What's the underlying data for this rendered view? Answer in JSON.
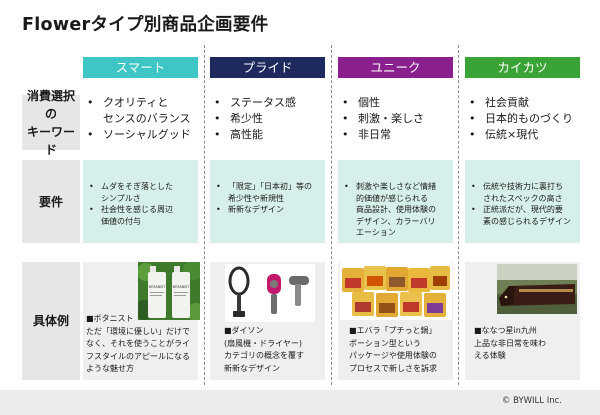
{
  "title": "Flowerタイプ別商品企画要件",
  "columns": [
    {
      "header": "スマート",
      "color": "#3ec6c6",
      "keywords": [
        "クオリティと\nセンスのバランス",
        "ソーシャルグッド"
      ],
      "requirements": [
        "ムダをそぎ落とした\nシンプルさ",
        "社会性を感じる周辺\n価値の付与"
      ],
      "example": "■ボタニスト\nただ「環境に優しい」だけで\nなく、それを使うことがライ\nフスタイルのアピールになる\nような魅せ方"
    },
    {
      "header": "プライド",
      "color": "#1e2a5e",
      "keywords": [
        "ステータス感",
        "希少性",
        "高性能"
      ],
      "requirements": [
        "「限定」「日本初」等の\n希少性や新規性",
        "新新なデザイン"
      ],
      "example": "■ダイソン\n(扇風機・ドライヤー)\nカテゴリの概念を覆す\n新新なデザイン"
    },
    {
      "header": "ユニーク",
      "color": "#8a1f8e",
      "keywords": [
        "個性",
        "刺激・楽しさ",
        "非日常"
      ],
      "requirements": [
        "刺激や楽しさなど情緒\n的価値が感じられる\n商品設計、使用体験の\nデザイン、カラーバリ\nエーション"
      ],
      "example": "■エバラ「プチっと鍋」\nポーション型という\nパッケージや使用体験の\nプロセスで新しさを訴求"
    },
    {
      "header": "カイカツ",
      "color": "#3aa335",
      "keywords": [
        "社会貢献",
        "日本的ものづくり",
        "伝統×現代"
      ],
      "requirements": [
        "伝統や技術力に裏打ち\nされたスペックの高さ",
        "正統派だが、現代的要\n素の感じられるデザイン"
      ],
      "example": "■ななつ星in九州\n上品な非日常を味わ\nえる体験"
    }
  ],
  "row_labels": {
    "keywords": "消費選択の\nキーワード",
    "requirements": "要件",
    "examples": "具体例"
  },
  "images": {
    "col0": [
      "BOTANIST",
      "BOTANIST"
    ],
    "colors": {
      "scent_orange": "#e05a1c"
    }
  },
  "footer": {
    "copyright": "© BYWILL Inc."
  }
}
